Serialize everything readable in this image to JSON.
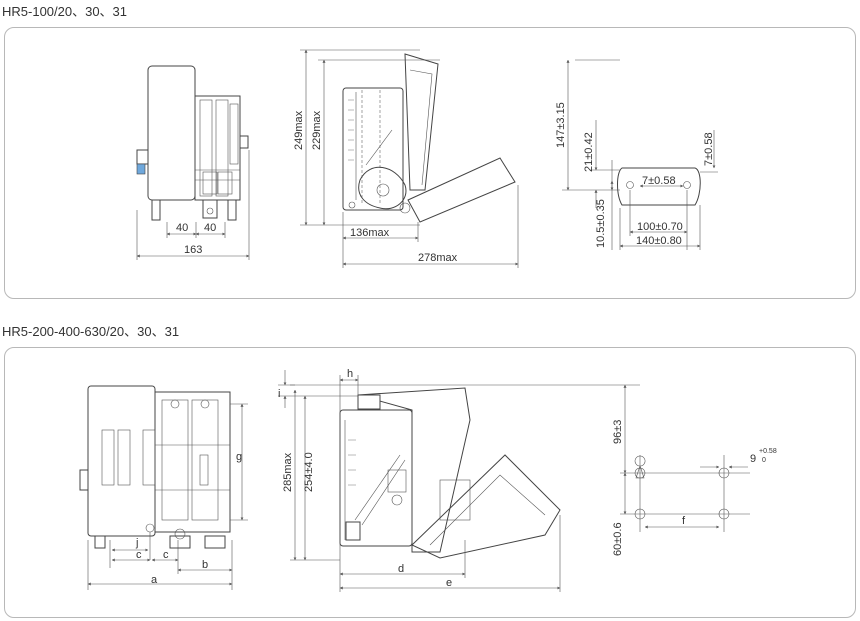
{
  "section1": {
    "title": "HR5-100/20、30、31",
    "dims": {
      "d40a": "40",
      "d40b": "40",
      "d163": "163",
      "d249": "249max",
      "d229": "229max",
      "d136": "136max",
      "d278": "278max",
      "d147": "147±3.15",
      "d21": "21±0.42",
      "d10_5": "10.5±0.35",
      "d7a": "7±0.58",
      "d7b": "7±0.58",
      "d100": "100±0.70",
      "d140": "140±0.80"
    }
  },
  "section2": {
    "title": "HR5-200-400-630/20、30、31",
    "dims": {
      "a": "a",
      "b": "b",
      "c1": "c",
      "c2": "c",
      "j": "j",
      "g": "g",
      "h": "h",
      "i": "i",
      "d": "d",
      "e": "e",
      "f": "f",
      "d285": "285max",
      "d254": "254±4.0",
      "d96": "96±3",
      "d60": "60±0.6",
      "d9": "9",
      "d9tol_up": "+0.58",
      "d9tol_dn": "0"
    }
  }
}
